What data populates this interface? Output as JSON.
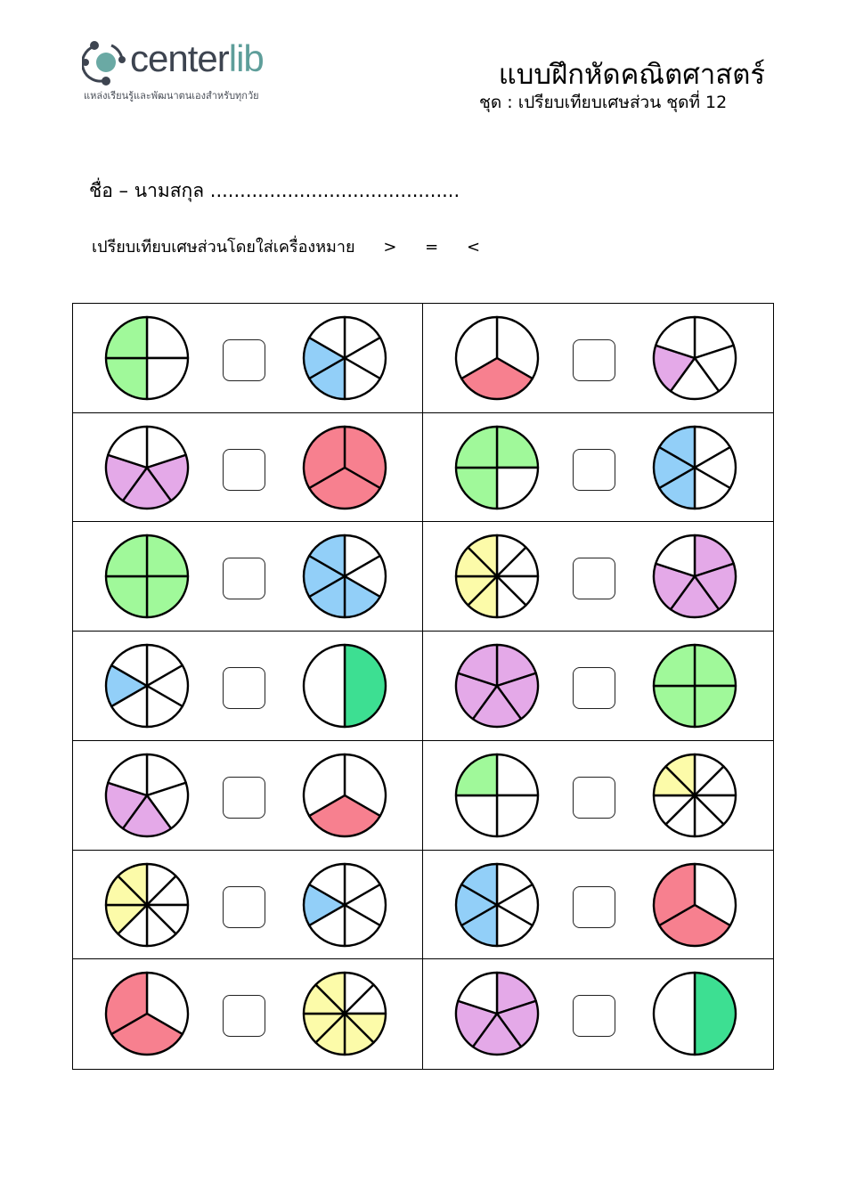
{
  "header": {
    "logo_text": "centerlib",
    "logo_tagline": "แหล่งเรียนรู้และพัฒนาตนเองสำหรับทุกวัย",
    "title": "แบบฝึกหัดคณิตศาสตร์",
    "subtitle": "ชุด : เปรียบเทียบเศษส่วน ชุดที่ 12"
  },
  "name_field": "ชื่อ – นามสกุล ..........................................",
  "instruction": "เปรียบเทียบเศษส่วนโดยใส่เครื่องหมาย",
  "symbols": [
    ">",
    "=",
    "<"
  ],
  "colors": {
    "green": "#a0f99a",
    "blue": "#92cff8",
    "pink": "#f7808f",
    "lavender": "#e4a9e8",
    "yellow": "#fcfba9",
    "teal": "#3ddf92",
    "faint": "#fbf8fd"
  },
  "problems": [
    {
      "left": {
        "parts": 4,
        "shaded": [
          2,
          3
        ],
        "color": "green"
      },
      "right": {
        "parts": 6,
        "shaded": [
          3,
          4
        ],
        "color": "blue"
      }
    },
    {
      "left": {
        "parts": 3,
        "shaded": [
          1
        ],
        "color": "pink"
      },
      "right": {
        "parts": 5,
        "shaded": [
          3
        ],
        "color": "lavender"
      }
    },
    {
      "left": {
        "parts": 5,
        "shaded": [
          1,
          2,
          3
        ],
        "color": "lavender"
      },
      "right": {
        "parts": 3,
        "shaded": [
          0,
          1,
          2
        ],
        "color": "pink"
      }
    },
    {
      "left": {
        "parts": 4,
        "shaded": [
          0,
          2,
          3
        ],
        "color": "green"
      },
      "right": {
        "parts": 6,
        "shaded": [
          3,
          4,
          5
        ],
        "color": "blue"
      }
    },
    {
      "left": {
        "parts": 4,
        "shaded": [
          0,
          1,
          2,
          3
        ],
        "color": "green"
      },
      "right": {
        "parts": 6,
        "shaded": [
          2,
          3,
          4,
          5
        ],
        "color": "blue"
      }
    },
    {
      "left": {
        "parts": 8,
        "shaded": [
          4,
          5,
          6,
          7
        ],
        "color": "yellow"
      },
      "right": {
        "parts": 5,
        "shaded": [
          0,
          1,
          2,
          3
        ],
        "color": "lavender"
      }
    },
    {
      "left": {
        "parts": 6,
        "shaded": [
          4
        ],
        "color": "blue"
      },
      "right": {
        "parts": 2,
        "shaded": [
          0
        ],
        "color": "teal"
      }
    },
    {
      "left": {
        "parts": 5,
        "shaded": [
          0,
          1,
          2,
          3,
          4
        ],
        "color": "lavender"
      },
      "right": {
        "parts": 4,
        "shaded": [
          0,
          1,
          2,
          3
        ],
        "color": "green"
      }
    },
    {
      "left": {
        "parts": 5,
        "shaded": [
          2,
          3
        ],
        "color": "lavender"
      },
      "right": {
        "parts": 3,
        "shaded": [
          1
        ],
        "color": "pink"
      }
    },
    {
      "left": {
        "parts": 4,
        "shaded": [
          3
        ],
        "color": "green"
      },
      "right": {
        "parts": 8,
        "shaded": [
          6,
          7
        ],
        "color": "yellow"
      }
    },
    {
      "left": {
        "parts": 8,
        "shaded": [
          5,
          6,
          7
        ],
        "color": "yellow"
      },
      "right": {
        "parts": 6,
        "shaded": [
          4
        ],
        "color": "blue"
      }
    },
    {
      "left": {
        "parts": 6,
        "shaded": [
          3,
          4,
          5
        ],
        "color": "blue"
      },
      "right": {
        "parts": 3,
        "shaded": [
          1,
          2
        ],
        "color": "pink"
      }
    },
    {
      "left": {
        "parts": 3,
        "shaded": [
          1,
          2
        ],
        "color": "pink"
      },
      "right": {
        "parts": 8,
        "shaded": [
          2,
          3,
          4,
          5,
          6,
          7
        ],
        "color": "yellow"
      }
    },
    {
      "left": {
        "parts": 5,
        "shaded": [
          0,
          1,
          2,
          3
        ],
        "color": "lavender"
      },
      "right": {
        "parts": 2,
        "shaded": [
          0
        ],
        "color": "teal"
      }
    }
  ]
}
